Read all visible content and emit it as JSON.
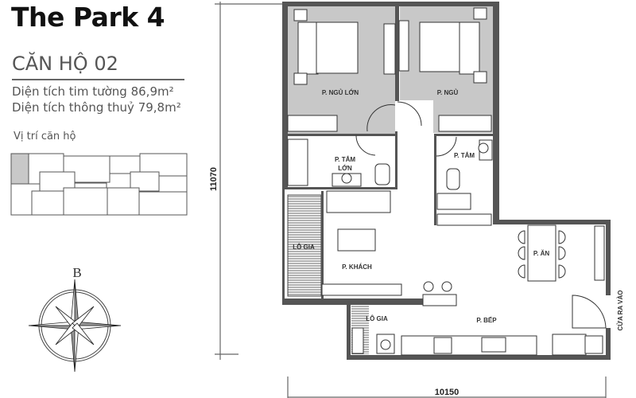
{
  "header": {
    "title": "The Park 4",
    "apartment": "CĂN HỘ 02",
    "area_wall_center": "Diện tích tim tường 86,9m²",
    "area_clear": "Diện tích thông thuỷ 79,8m²",
    "location_label": "Vị trí căn hộ"
  },
  "compass": {
    "north_label": "B"
  },
  "rooms": {
    "master_bedroom": "P. NGỦ LỚN",
    "bedroom": "P. NGỦ",
    "master_bath_1": "P. TẮM",
    "master_bath_2": "LỚN",
    "bath": "P. TẮM",
    "loggia_1": "LÔ GIA",
    "living": "P. KHÁCH",
    "dining": "P. ĂN",
    "loggia_2": "LÔ GIA",
    "kitchen": "P. BẾP",
    "entrance": "CỬA RA VÀO"
  },
  "dimensions": {
    "height": "11070",
    "width": "10150"
  },
  "colors": {
    "wall": "#555555",
    "bedroom_floor": "#c8c8c8",
    "highlight_unit": "#c8c8c8"
  }
}
